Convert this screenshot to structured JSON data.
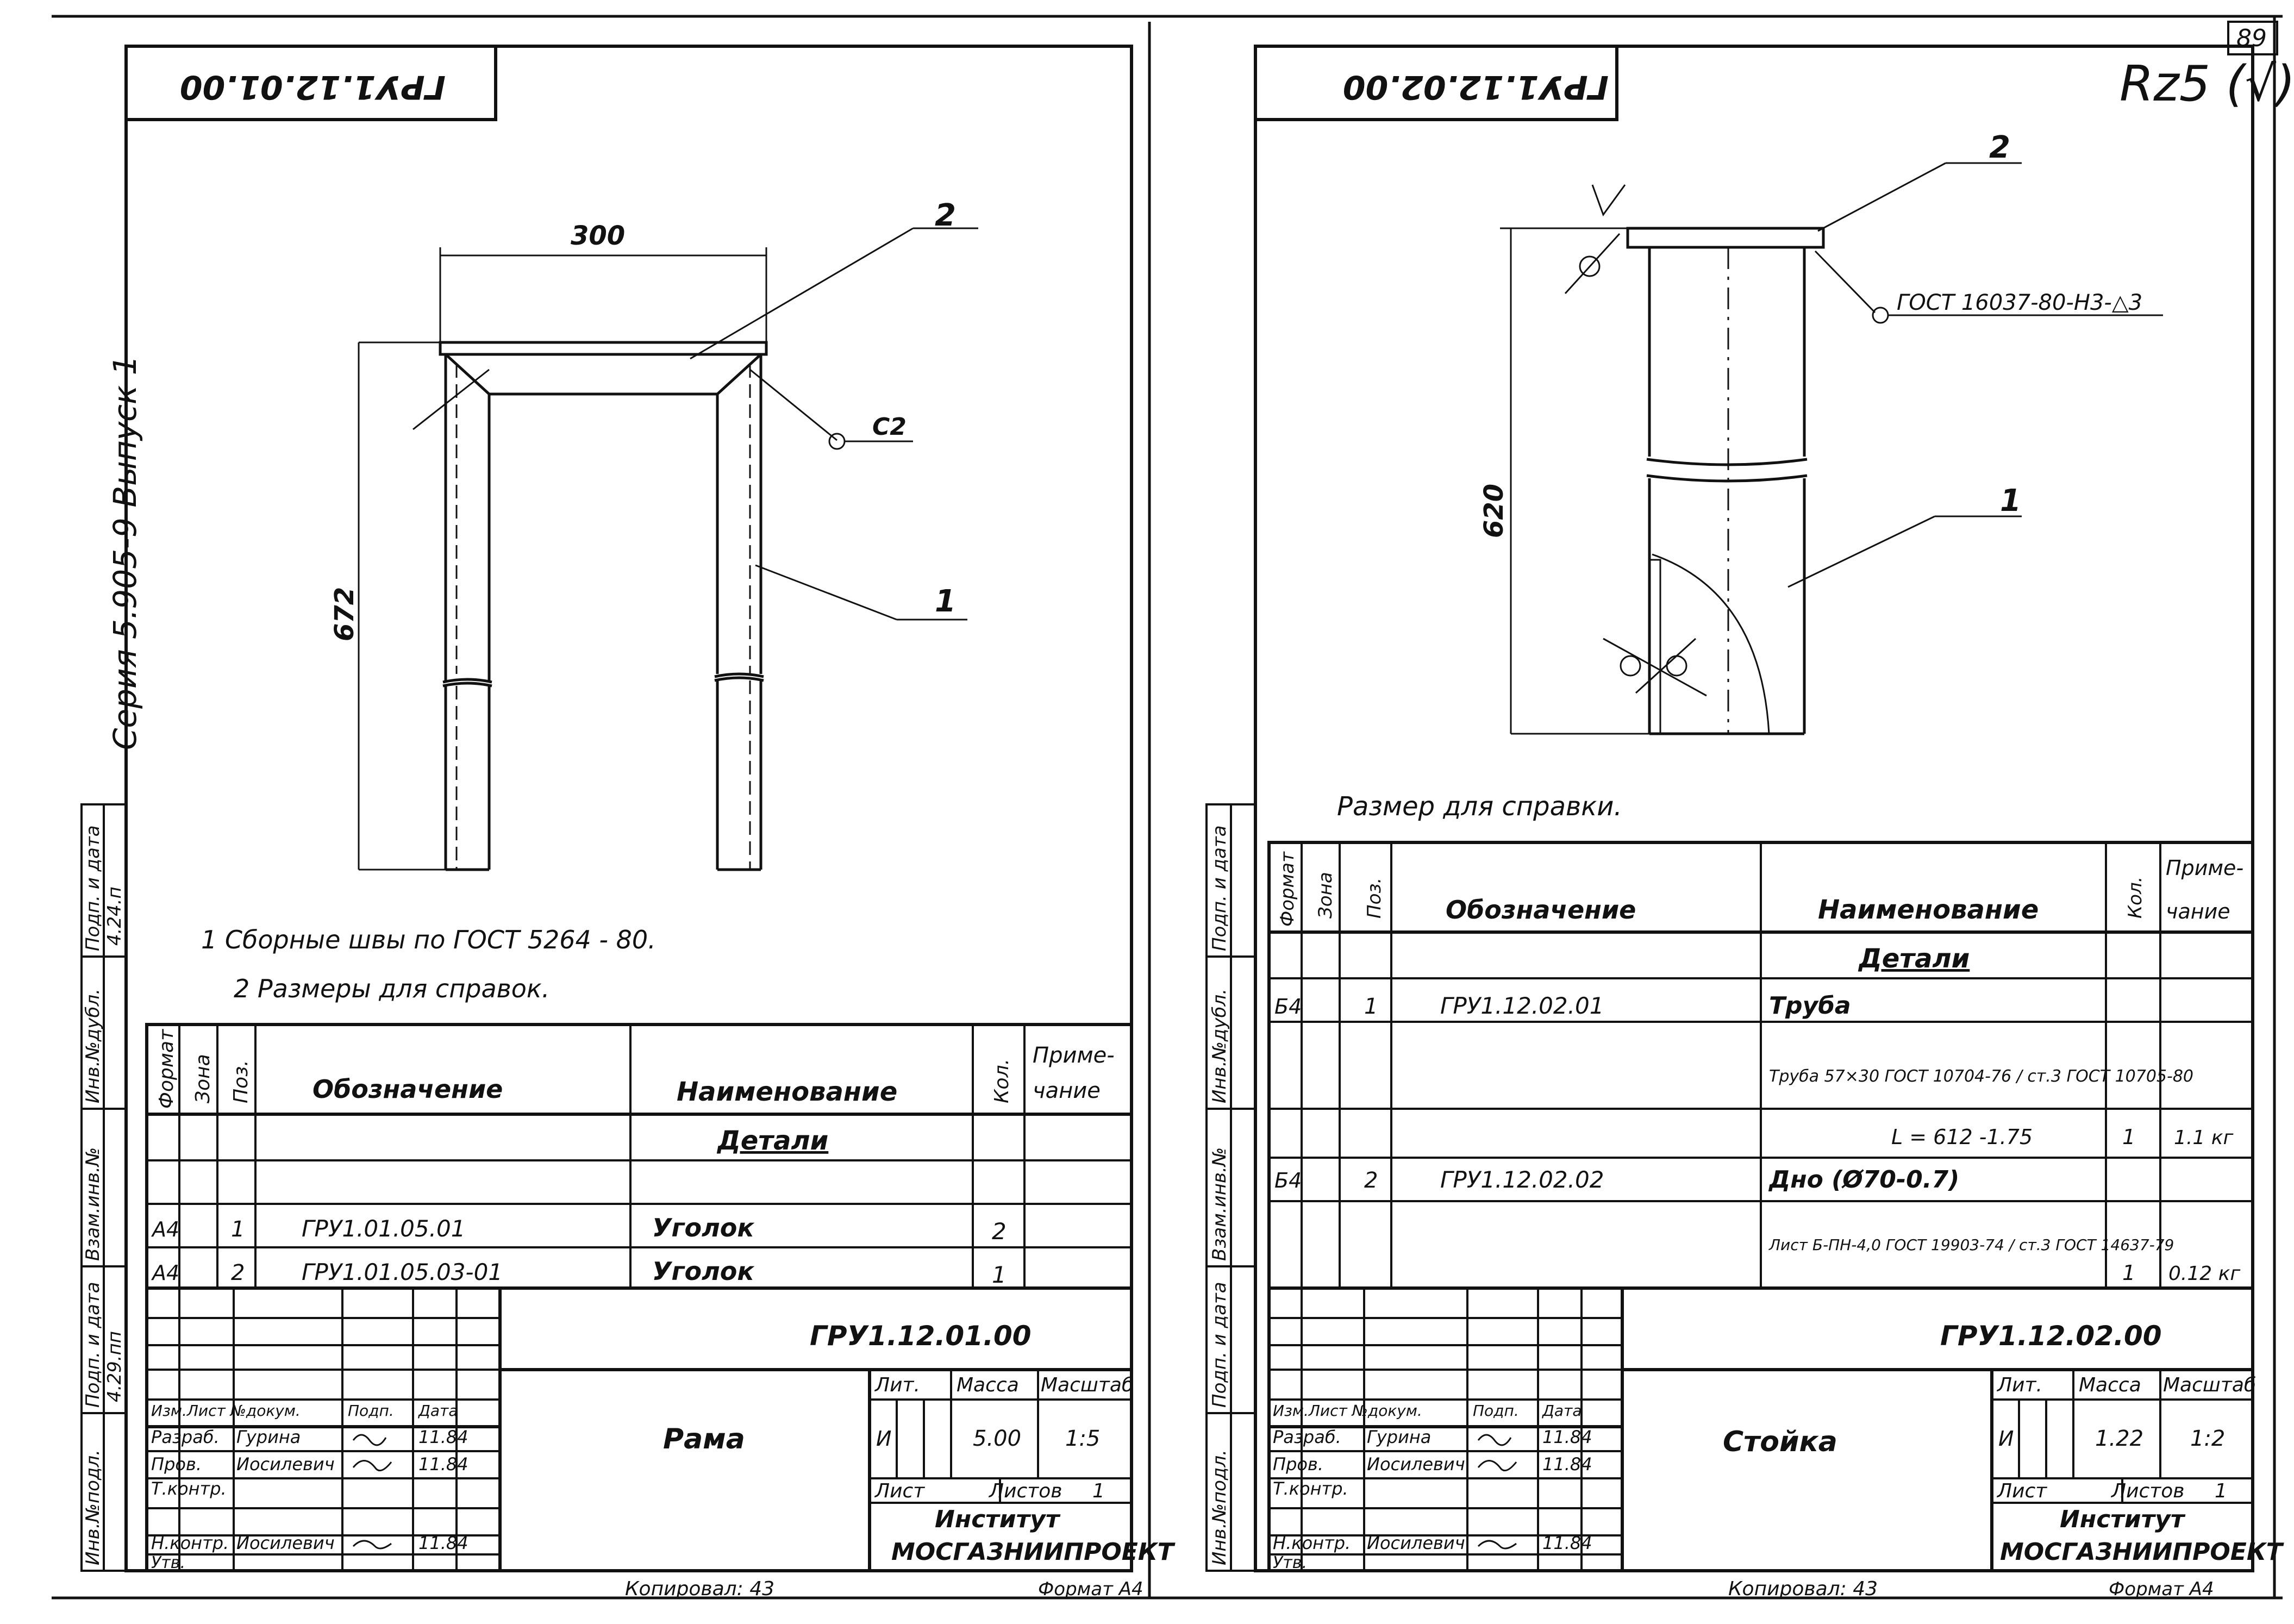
{
  "page_number": "89",
  "left_sheet": {
    "stamp_mirrored": "ГРУ1.12.01.00",
    "side_label": "Серия 5.905-9 Выпуск 1",
    "inv_labels": [
      "Инв.№подл.",
      "Подп. и дата",
      "Взам.инв.№",
      "Инв.№дубл.",
      "Подп. и дата"
    ],
    "inv_numbers": [
      "4.29.пп",
      "4.24.п"
    ],
    "dim_width": "300",
    "dim_height": "672",
    "callout_2": "2",
    "callout_1": "1",
    "weld_label": "С2",
    "notes": [
      "1  Сборные   швы    по   ГОСТ   5264 - 80.",
      "2  Размеры   для   справок."
    ],
    "spec_headers": [
      "Формат",
      "Зона",
      "Поз.",
      "Обозначение",
      "Наименование",
      "Кол.",
      "Приме-",
      "чание"
    ],
    "section_title": "Детали",
    "rows": [
      {
        "format": "А4",
        "pos": "1",
        "designation": "ГРУ1.01.05.01",
        "name": "Уголок",
        "qty": "2"
      },
      {
        "format": "А4",
        "pos": "2",
        "designation": "ГРУ1.01.05.03-01",
        "name": "Уголок",
        "qty": "1"
      }
    ],
    "doc_code": "ГРУ1.12.01.00",
    "doc_name": "Рама",
    "lit_header": "Лит.",
    "mass_header": "Масса",
    "scale_header": "Масштаб",
    "lit": "И",
    "mass": "5.00",
    "scale": "1:5",
    "sheet_label": "Лист",
    "sheets_label": "Листов",
    "sheets_count": "1",
    "institute_1": "Институт",
    "institute_2": "МОСГАЗНИИПРОЕКТ",
    "stamp_rows": [
      {
        "role": "Изм.Лист №докум.",
        "name": "Подп.",
        "date": "Дата"
      },
      {
        "role": "Разраб.",
        "name": "Гурина",
        "date": "11.84"
      },
      {
        "role": "Пров.",
        "name": "Иосилевич",
        "date": "11.84"
      },
      {
        "role": "Т.контр.",
        "name": "",
        "date": ""
      },
      {
        "role": "Н.контр.",
        "name": "Иосилевич",
        "date": "11.84"
      },
      {
        "role": "Утв.",
        "name": "",
        "date": ""
      }
    ],
    "copied": "Копировал: 43",
    "format": "Формат А4"
  },
  "right_sheet": {
    "stamp_mirrored": "ГРУ1.12.02.00",
    "roughness": "Rz5 (√)",
    "callout_2": "2",
    "callout_1": "1",
    "weld_note": "ГОСТ 16037-80-Н3-△3",
    "dim_height": "620",
    "note": "Размер для справки.",
    "spec_headers": [
      "Формат",
      "Зона",
      "Поз.",
      "Обозначение",
      "Наименование",
      "Кол.",
      "Приме-",
      "чание"
    ],
    "section_title": "Детали",
    "rows": [
      {
        "format": "Б4",
        "pos": "1",
        "designation": "ГРУ1.12.02.01",
        "name": "Труба",
        "qty": "",
        "note": ""
      },
      {
        "format": "",
        "pos": "",
        "designation": "",
        "name": "Труба 57×30 ГОСТ 10704-76 / ст.3 ГОСТ 10705-80",
        "qty": "",
        "note": ""
      },
      {
        "format": "",
        "pos": "",
        "designation": "",
        "name": "L = 612 -1.75",
        "qty": "1",
        "note": "1.1 кг"
      },
      {
        "format": "Б4",
        "pos": "2",
        "designation": "ГРУ1.12.02.02",
        "name": "Дно  (Ø70-0.7)",
        "qty": "",
        "note": ""
      },
      {
        "format": "",
        "pos": "",
        "designation": "",
        "name": "Лист Б-ПН-4,0 ГОСТ 19903-74 / ст.3 ГОСТ 14637-79",
        "qty": "1",
        "note": "0.12 кг"
      }
    ],
    "doc_code": "ГРУ1.12.02.00",
    "doc_name": "Стойка",
    "lit": "И",
    "mass": "1.22",
    "scale": "1:2",
    "sheets_count": "1",
    "institute_1": "Институт",
    "institute_2": "МОСГАЗНИИПРОЕКТ",
    "stamp_rows": [
      {
        "role": "Изм.Лист №докум.",
        "name": "Подп.",
        "date": "Дата"
      },
      {
        "role": "Разраб.",
        "name": "Гурина",
        "date": "11.84"
      },
      {
        "role": "Пров.",
        "name": "Иосилевич",
        "date": "11.84"
      },
      {
        "role": "Т.контр.",
        "name": "",
        "date": ""
      },
      {
        "role": "Н.контр.",
        "name": "Иосилевич",
        "date": "11.84"
      },
      {
        "role": "Утв.",
        "name": "",
        "date": ""
      }
    ],
    "copied": "Копировал: 43",
    "format": "Формат А4"
  }
}
